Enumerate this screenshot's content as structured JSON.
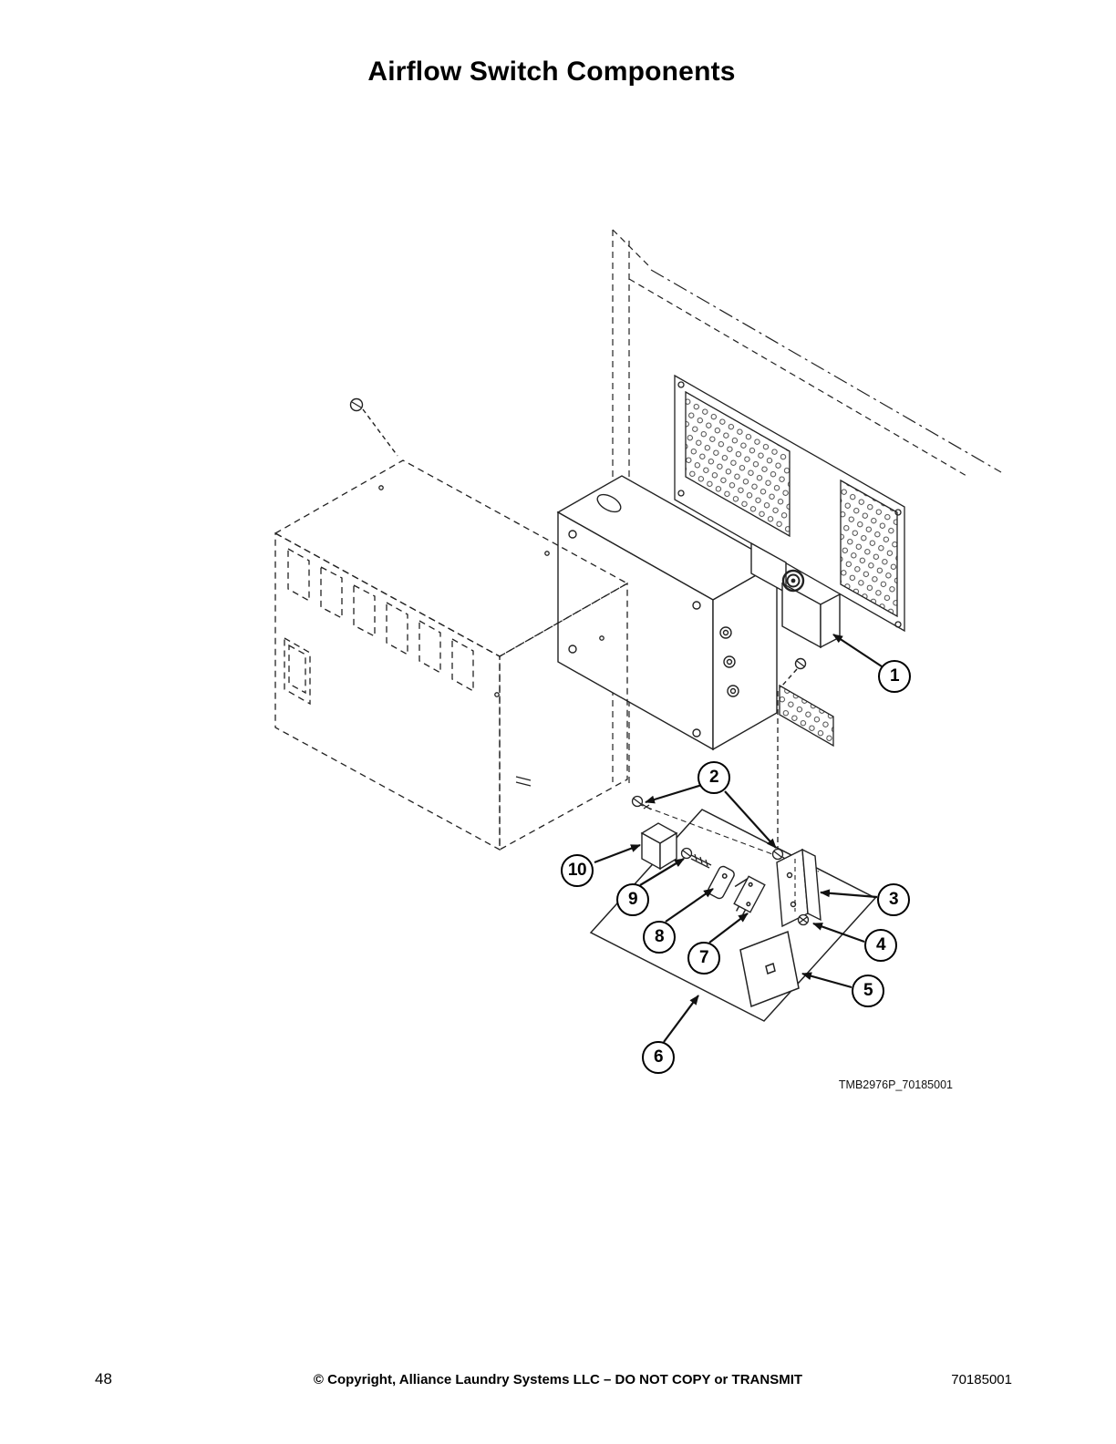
{
  "page": {
    "title": "Airflow Switch Components",
    "figure_code": "TMB2976P_70185001",
    "footer": {
      "page_number": "48",
      "copyright": "© Copyright, Alliance Laundry Systems LLC – DO NOT COPY or TRANSMIT",
      "doc_number": "70185001"
    }
  },
  "callouts": [
    {
      "label": "1"
    },
    {
      "label": "2"
    },
    {
      "label": "3"
    },
    {
      "label": "4"
    },
    {
      "label": "5"
    },
    {
      "label": "6"
    },
    {
      "label": "7"
    },
    {
      "label": "8"
    },
    {
      "label": "9"
    },
    {
      "label": "10"
    }
  ]
}
